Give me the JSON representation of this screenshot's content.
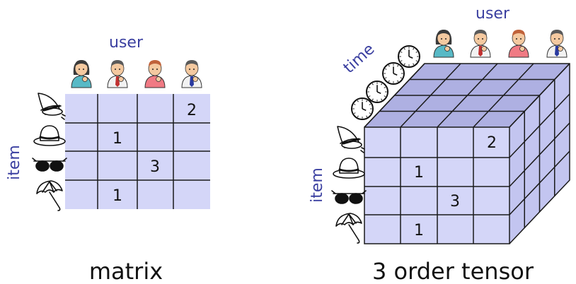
{
  "matrix": {
    "axis_user": "user",
    "axis_item": "item",
    "caption": "matrix",
    "rows": [
      [
        "",
        "",
        "",
        "2"
      ],
      [
        "",
        "1",
        "",
        ""
      ],
      [
        "",
        "",
        "3",
        ""
      ],
      [
        "",
        "1",
        "",
        ""
      ]
    ],
    "users": [
      "user-female-1-icon",
      "user-male-1-icon",
      "user-female-2-icon",
      "user-male-2-icon"
    ],
    "items": [
      "witch-hat-icon",
      "fedora-hat-icon",
      "sunglasses-icon",
      "umbrella-icon"
    ]
  },
  "tensor": {
    "axis_user": "user",
    "axis_item": "item",
    "axis_time": "time",
    "caption": "3 order tensor",
    "rows": [
      [
        "",
        "",
        "",
        "2"
      ],
      [
        "",
        "1",
        "",
        ""
      ],
      [
        "",
        "",
        "3",
        ""
      ],
      [
        "",
        "1",
        "",
        ""
      ]
    ],
    "users": [
      "user-female-1-icon",
      "user-male-1-icon",
      "user-female-2-icon",
      "user-male-2-icon"
    ],
    "items": [
      "witch-hat-icon",
      "fedora-hat-icon",
      "sunglasses-icon",
      "umbrella-icon"
    ],
    "times": [
      "clock-icon",
      "clock-icon",
      "clock-icon",
      "clock-icon"
    ]
  },
  "colors": {
    "cell_fill": "#d4d6f8",
    "top_face": "#aeb0e2",
    "side_face": "#c3c5f0",
    "grid": "#1a1a1a",
    "label_blue": "#3a3fa0",
    "skin": "#f4c9a0",
    "hair_dark": "#3b3b3b",
    "hair_red": "#c0623a",
    "shirt_teal": "#58b9c6",
    "shirt_pink": "#f07a84",
    "shirt_white": "#f2f2f2"
  }
}
